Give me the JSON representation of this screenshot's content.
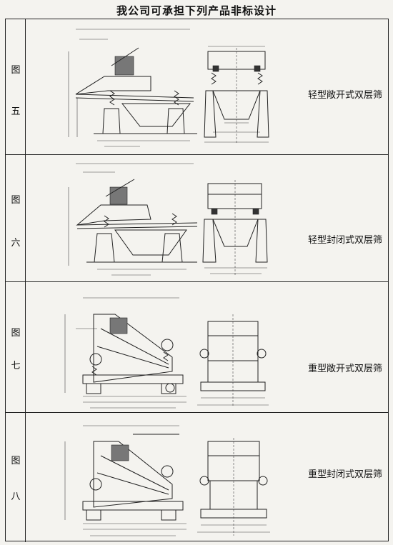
{
  "page": {
    "title": "我公司可承担下列产品非标设计"
  },
  "rows": [
    {
      "label_chars": [
        "图",
        "五"
      ],
      "description": "轻型敞开式双层筛"
    },
    {
      "label_chars": [
        "图",
        "六"
      ],
      "description": "轻型封闭式双层筛"
    },
    {
      "label_chars": [
        "图",
        "七"
      ],
      "description": "重型敞开式双层筛"
    },
    {
      "label_chars": [
        "图",
        "八"
      ],
      "description": "重型封闭式双层筛"
    }
  ]
}
